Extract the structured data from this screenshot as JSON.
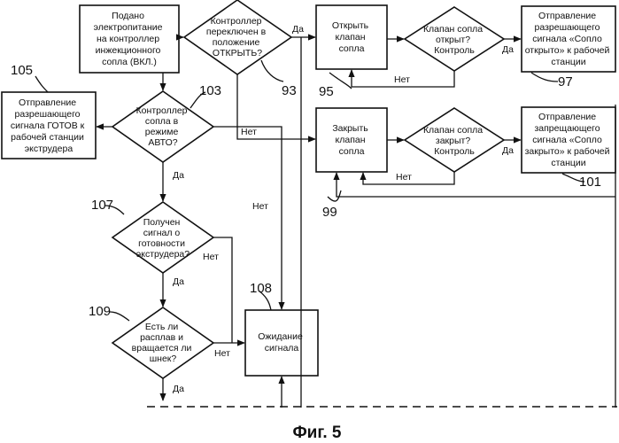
{
  "figure": {
    "caption": "Фиг. 5",
    "nodes": {
      "power_on": [
        "Подано",
        "электропитание",
        "на контроллер",
        "инжекционного",
        "сопла (ВКЛ.)"
      ],
      "q_switch_open": [
        "Контроллер",
        "переключен в",
        "положение",
        "ОТКРЫТЬ?"
      ],
      "open_nozzle": [
        "Открыть",
        "клапан",
        "сопла"
      ],
      "q_valve_open": [
        "Клапан сопла",
        "открыт?",
        "Контроль"
      ],
      "send_open_signal": [
        "Отправление",
        "разрешающего",
        "сигнала «Сопло",
        "открыто» к рабочей",
        "станции"
      ],
      "send_ready": [
        "Отправление",
        "разрешающего",
        "сигнала ГОТОВ к",
        "рабочей станции",
        "экструдера"
      ],
      "q_auto": [
        "Контроллер",
        "сопла в",
        "режиме",
        "АВТО?"
      ],
      "close_nozzle": [
        "Закрыть",
        "клапан",
        "сопла"
      ],
      "q_valve_closed": [
        "Клапан сопла",
        "закрыт?",
        "Контроль"
      ],
      "send_closed_signal": [
        "Отправление",
        "запрещающего",
        "сигнала «Сопло",
        "закрыто» к рабочей",
        "станции"
      ],
      "q_ready_signal": [
        "Получен",
        "сигнал о",
        "готовности",
        "экструдера?"
      ],
      "wait_signal": [
        "Ожидание",
        "сигнала"
      ],
      "q_melt_screw": [
        "Есть ли",
        "расплав и",
        "вращается ли",
        "шнек?"
      ]
    },
    "refs": {
      "r93": "93",
      "r95": "95",
      "r97": "97",
      "r99": "99",
      "r101": "101",
      "r103": "103",
      "r105": "105",
      "r107": "107",
      "r108": "108",
      "r109": "109"
    },
    "edge_labels": {
      "yes_switch_open": "Да",
      "yes_valve_open": "Да",
      "no_valve_open": "Нет",
      "no_switch_open": "Нет",
      "yes_valve_closed": "Да",
      "no_valve_closed": "Нет",
      "yes_auto": "Да",
      "no_auto": "Нет",
      "yes_ready": "Да",
      "no_ready": "Нет",
      "yes_melt": "Да",
      "no_melt": "Нет"
    }
  }
}
